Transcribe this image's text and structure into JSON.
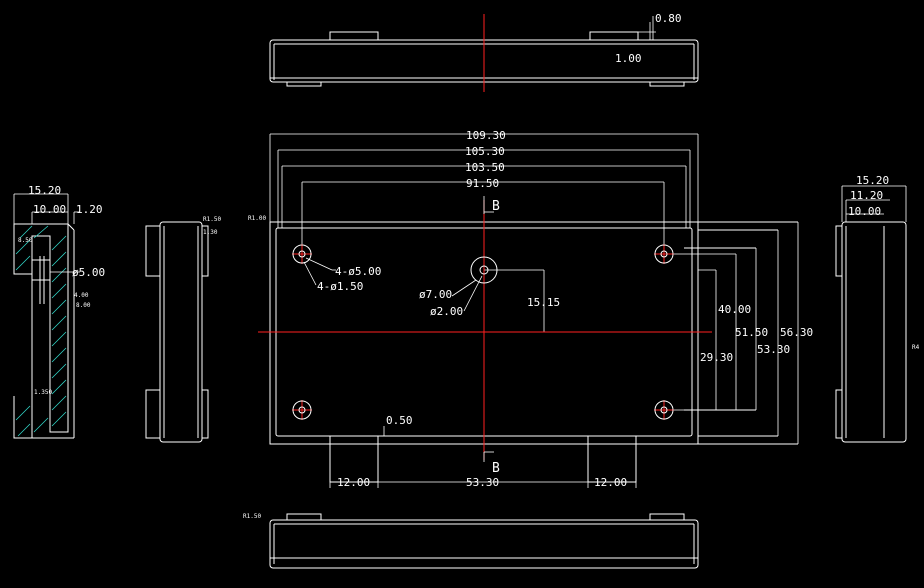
{
  "dims": {
    "top_0_80": "0.80",
    "top_1_00": "1.00",
    "w_109_30": "109.30",
    "w_105_30": "105.30",
    "w_103_50": "103.50",
    "w_91_50": "91.50",
    "hole_4_5": "4-ø5.00",
    "hole_4_1_5": "4-ø1.50",
    "boss_7": "ø7.00",
    "boss_2": "ø2.00",
    "d_15_15": "15.15",
    "h_40": "40.00",
    "h_51_5": "51.50",
    "h_56_3": "56.30",
    "h_53_3": "53.30",
    "h_29_3": "29.30",
    "d_0_50": "0.50",
    "b_12_left": "12.00",
    "b_53_3": "53.30",
    "b_12_right": "12.00",
    "left_15_2": "15.20",
    "left_10": "10.00",
    "left_1_2": "1.20",
    "left_phi5": "ø5.00",
    "right_15_2": "15.20",
    "right_11_2": "11.20",
    "right_10": "10.00"
  },
  "small_labels": {
    "r150_a": "R1.50",
    "r100": "R1.00",
    "r150_b": "R1.50",
    "r4": "R4",
    "s_850": "8.50",
    "s_130": "1.30",
    "s_400": "4.00",
    "s_800": "8.00",
    "s_1350": "1.350"
  },
  "section": {
    "top": "B",
    "bottom": "B"
  },
  "colors": {
    "background": "#000000",
    "outline": "#ffffff",
    "centerline": "#ff2020",
    "hatch": "#31d6c8"
  }
}
